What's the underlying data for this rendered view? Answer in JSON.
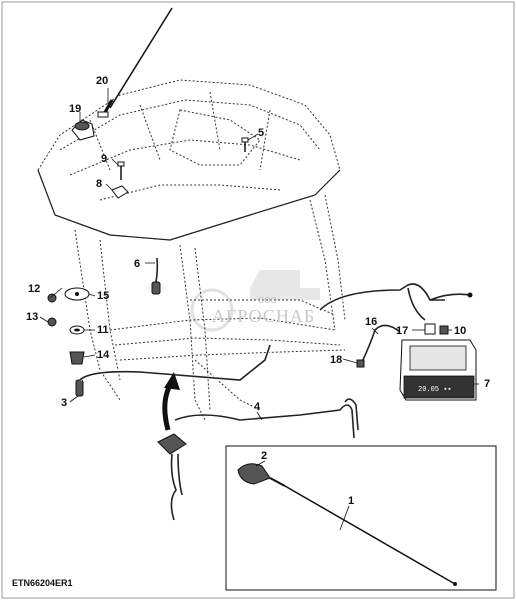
{
  "figure_code": "ETN66204ER1",
  "watermark": {
    "brand": "АГРОСНАБ",
    "prefix": "ООО"
  },
  "callouts": [
    "1",
    "2",
    "3",
    "4",
    "5",
    "6",
    "7",
    "8",
    "9",
    "10",
    "11",
    "12",
    "13",
    "14",
    "15",
    "16",
    "17",
    "18",
    "19",
    "20"
  ]
}
